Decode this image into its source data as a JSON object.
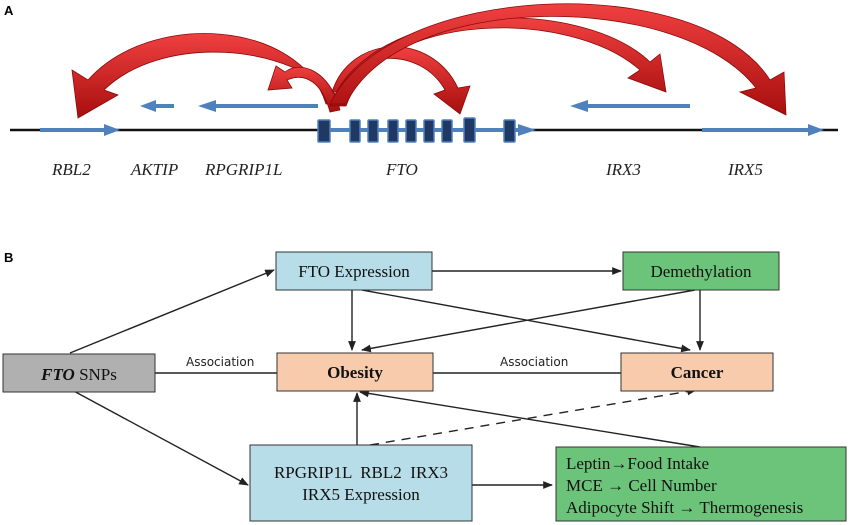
{
  "panel_a": {
    "label": "A",
    "genes": [
      "RBL2",
      "AKTIP",
      "RPGRIP1L",
      "FTO",
      "IRX3",
      "IRX5"
    ]
  },
  "panel_b": {
    "label": "B",
    "fto_snps": {
      "bold": "FTO",
      "rest": " SNPs"
    },
    "fto_expression": "FTO Expression",
    "demethylation": "Demethylation",
    "obesity": "Obesity",
    "cancer": "Cancer",
    "genes_expression": {
      "line1": "RPGRIP1L  RBL2  IRX3",
      "line2": "IRX5 Expression"
    },
    "effects": [
      "Leptin→Food Intake",
      "MCE → Cell Number",
      "Adipocyte Shift → Thermogenesis"
    ],
    "association_left": "Association",
    "association_right": "Association"
  },
  "colors": {
    "gene_arrow_blue": "#4f81bd",
    "loop_red": "#d42020",
    "exon_fill": "#1f3864",
    "blue_box": "#b7dde8",
    "green_box": "#6cc47a",
    "orange_box": "#f8cbad",
    "gray_box": "#b0b0b0"
  }
}
